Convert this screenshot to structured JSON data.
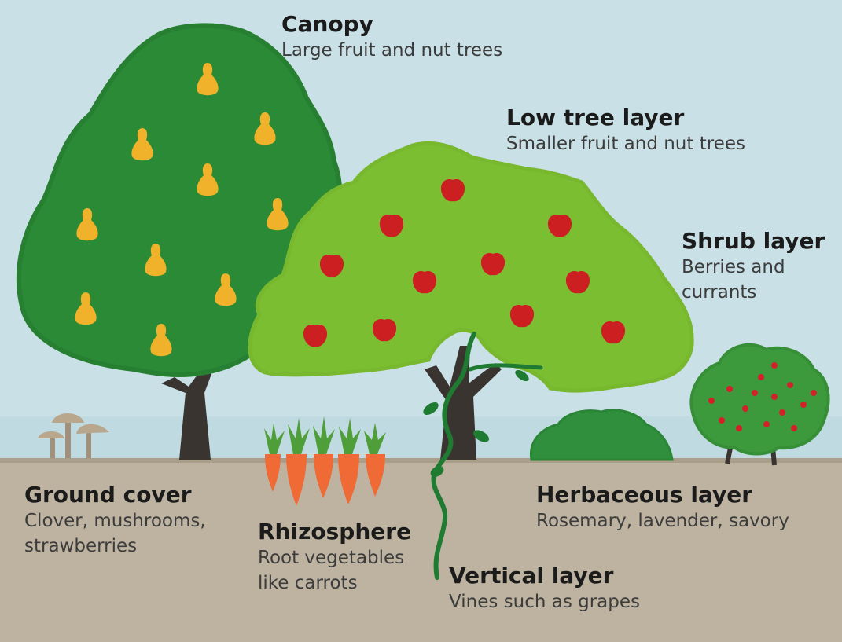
{
  "layers": {
    "canopy": {
      "title": "Canopy",
      "desc": "Large fruit and nut trees"
    },
    "low_tree": {
      "title": "Low tree layer",
      "desc": "Smaller fruit and nut trees"
    },
    "shrub": {
      "title": "Shrub layer",
      "desc": "Berries and currants"
    },
    "ground_cover": {
      "title": "Ground cover",
      "desc": "Clover, mushrooms, strawberries"
    },
    "herbaceous": {
      "title": "Herbaceous layer",
      "desc": "Rosemary, lavender, savory"
    },
    "rhizosphere": {
      "title": "Rhizosphere",
      "desc": "Root vegetables like carrots"
    },
    "vertical": {
      "title": "Vertical layer",
      "desc": "Vines such as grapes"
    }
  },
  "colors": {
    "sky": "#c9e0e6",
    "soil": "#bdb3a0",
    "canopy_green": "#2a8a35",
    "low_tree_green": "#7cbe32",
    "trunk": "#3a3430",
    "pear": "#f0b22a",
    "apple": "#cc1f22",
    "carrot": "#ef6a35",
    "vine": "#1f7a32",
    "herb": "#2f8f3c",
    "berry": "#d3212a"
  }
}
